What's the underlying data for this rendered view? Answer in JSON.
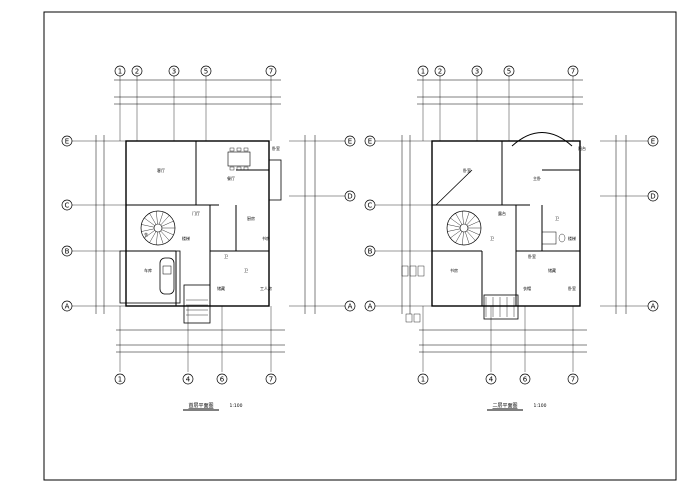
{
  "sheet": {
    "border": true
  },
  "plans": [
    {
      "title": "首层平面图",
      "scale": "1:100",
      "top_axes": [
        "1",
        "2",
        "3",
        "5",
        "7"
      ],
      "bottom_axes": [
        "1",
        "4",
        "6",
        "7"
      ],
      "left_axes": [
        "E",
        "C",
        "B",
        "A"
      ],
      "right_axes": [
        "E",
        "D",
        "A"
      ],
      "room_labels": [
        "客厅",
        "餐厅",
        "厨房",
        "卧室",
        "车库",
        "书房",
        "卫",
        "门厅",
        "楼梯",
        "储藏",
        "工人房",
        "卫",
        "衣"
      ]
    },
    {
      "title": "二层平面图",
      "scale": "1:100",
      "top_axes": [
        "1",
        "2",
        "3",
        "5",
        "7"
      ],
      "bottom_axes": [
        "1",
        "4",
        "6",
        "7"
      ],
      "left_axes": [
        "E",
        "C",
        "B",
        "A"
      ],
      "right_axes": [
        "E",
        "D",
        "A"
      ],
      "room_labels": [
        "卧室",
        "主卧",
        "卫",
        "阳台",
        "书房",
        "楼梯",
        "卧室",
        "露台",
        "卫",
        "衣帽",
        "卧室",
        "储藏"
      ]
    }
  ],
  "colors": {
    "line": "#000000",
    "background": "#ffffff"
  }
}
